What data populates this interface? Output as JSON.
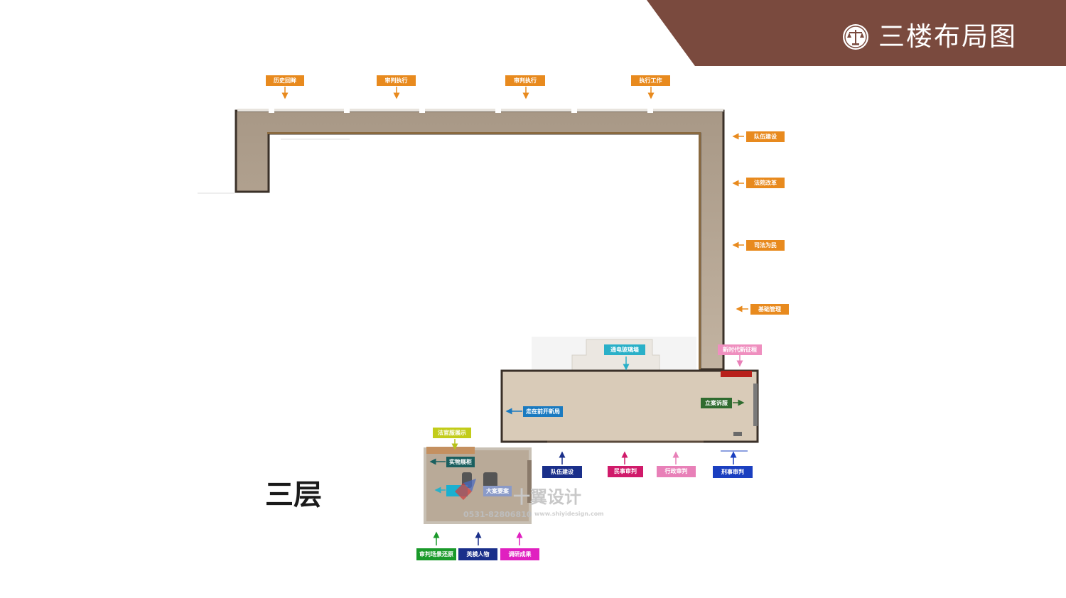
{
  "header": {
    "title": "三楼布局图",
    "icon": "scales-of-justice-icon",
    "bg_color": "#7a4a3e"
  },
  "floor_label": "三层",
  "colors": {
    "orange": "#e88a1e",
    "wall": "#5a4a3c",
    "floor": "#b9a996"
  },
  "labels": {
    "top_history": "历史回眸",
    "top_trial_1": "审判执行",
    "top_trial_2": "审判执行",
    "top_exec": "执行工作",
    "right_team": "队伍建设",
    "right_reform": "法院改革",
    "right_justice": "司法为民",
    "right_basic": "基础管理",
    "new_era": "新时代新征程",
    "tongdian": "通电玻璃墙",
    "lian": "立案诉服",
    "zouzai": "走在前开新局",
    "faguanfu": "法官服展示",
    "shiwu": "实物展柜",
    "daan": "大案要案",
    "bottom_team": "队伍建设",
    "civil": "民事审判",
    "admin": "行政审判",
    "criminal": "刑事审判",
    "scene": "审判场景还原",
    "model": "英模人物",
    "research": "调研成果"
  },
  "watermark": {
    "brand": "十翼设计",
    "phone": "0531-82806810",
    "site": "www.shiyidesign.com"
  }
}
